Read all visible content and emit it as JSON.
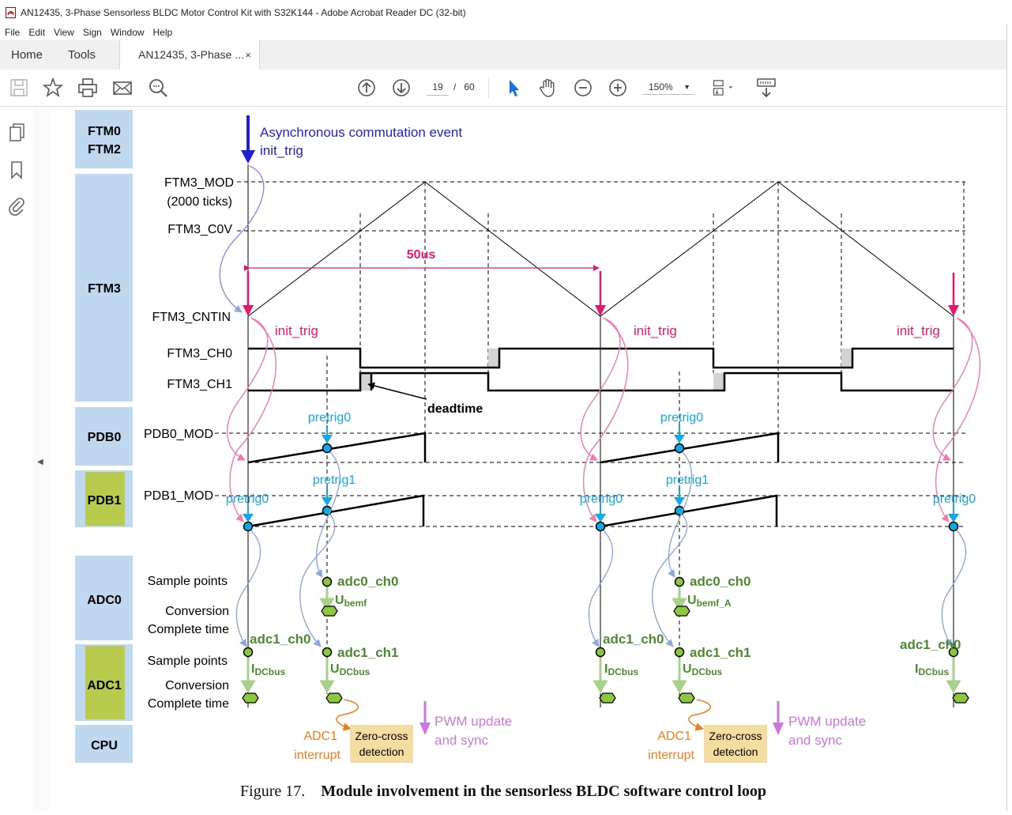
{
  "window": {
    "title": "AN12435, 3-Phase Sensorless BLDC Motor Control Kit with S32K144 - Adobe Acrobat Reader DC (32-bit)"
  },
  "menu": [
    "File",
    "Edit",
    "View",
    "Sign",
    "Window",
    "Help"
  ],
  "tabs": {
    "home": "Home",
    "tools": "Tools",
    "doc": "AN12435, 3-Phase ...",
    "close": "×"
  },
  "toolbar": {
    "page_current": "19",
    "page_sep": "/",
    "page_total": "60",
    "zoom": "150%"
  },
  "icons": [
    "save-icon",
    "bookmark-star-icon",
    "print-icon",
    "email-icon",
    "search-zoom-icon",
    "page-up-icon",
    "page-down-icon",
    "select-arrow-icon",
    "hand-icon",
    "zoom-out-icon",
    "zoom-in-icon",
    "page-display-icon",
    "scroll-mode-icon",
    "pages-panel-icon",
    "bookmarks-panel-icon",
    "attachments-panel-icon",
    "collapse-left-icon"
  ],
  "diagram": {
    "lanes": {
      "ftm02_a": "FTM0",
      "ftm02_b": "FTM2",
      "ftm3": "FTM3",
      "pdb0": "PDB0",
      "pdb1": "PDB1",
      "adc0": "ADC0",
      "adc1": "ADC1",
      "cpu": "CPU"
    },
    "labels": {
      "async1": "Asynchronous  commutation  event",
      "async2": "init_trig",
      "mod1": "FTM3_MOD",
      "mod2": "(2000 ticks)",
      "c0v": "FTM3_C0V",
      "cntin": "FTM3_CNTIN",
      "ch0": "FTM3_CH0",
      "ch1": "FTM3_CH1",
      "period": "50us",
      "init_trig": "init_trig",
      "deadtime": "deadtime",
      "pdb0_mod": "PDB0_MOD",
      "pdb1_mod": "PDB1_MOD",
      "pretrig0": "pretrig0",
      "pretrig1": "pretrig1",
      "sample_points": "Sample points",
      "conversion": "Conversion",
      "complete_time": "Complete time",
      "adc0_ch0": "adc0_ch0",
      "adc1_ch0": "adc1_ch0",
      "adc1_ch1": "adc1_ch1",
      "u": "U",
      "i": "I",
      "bemf": "bemf",
      "bemf_a": "bemf_A",
      "dcbus": "DCbus",
      "adc1": "ADC1",
      "interrupt": "interrupt",
      "zc1": "Zero-cross",
      "zc2": "detection",
      "pwm1": "PWM update",
      "pwm2": "and sync"
    },
    "colors": {
      "blue": "#1f1fd6",
      "magenta": "#e6176f",
      "cyan": "#12a8e6",
      "green": "#4e8a2f",
      "orange": "#f07d1a",
      "violet": "#cc77dd",
      "lane_blue": "#bfd8ef",
      "lane_green": "#b9cb4c",
      "zc_box": "#f5dca0"
    }
  },
  "caption": {
    "fig": "Figure 17.",
    "title": "Module involvement in the sensorless BLDC software control loop"
  }
}
